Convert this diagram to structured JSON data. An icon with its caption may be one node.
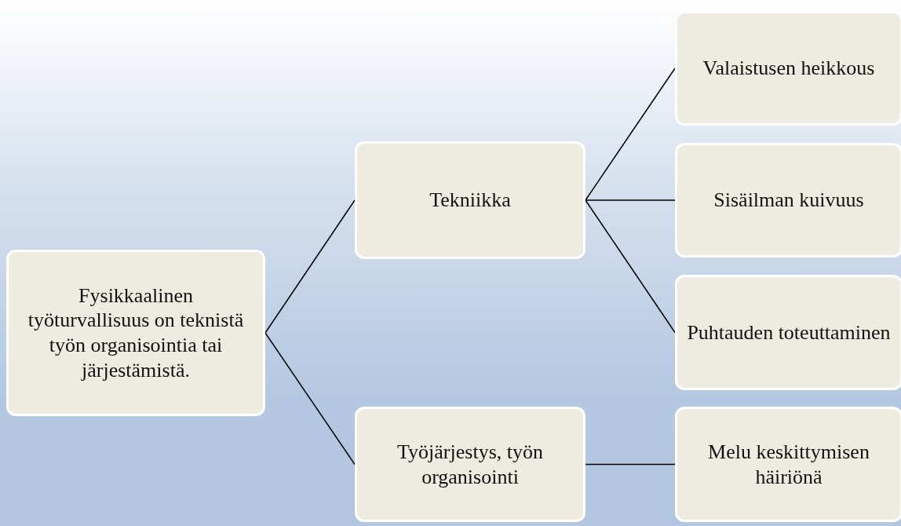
{
  "diagram": {
    "nodes": [
      {
        "text": [
          "Fysikkaalinen työturvallisuus on teknistä työn organisointia tai järjestämistä."
        ]
      },
      {
        "text": [
          "Tekniikka"
        ]
      },
      {
        "text": [
          "Työjärjestys, työn organisointi"
        ]
      },
      {
        "text": [
          "Valaistusen heikkous"
        ]
      },
      {
        "text": [
          "Sisäilman kuivuus"
        ]
      },
      {
        "text": [
          "Puhtauden toteuttaminen"
        ]
      },
      {
        "text": [
          "Melu keskittymisen häiriönä"
        ]
      }
    ],
    "edges": [
      {
        "from": 0,
        "to": 1,
        "arrow": "none"
      },
      {
        "from": 0,
        "to": 2,
        "arrow": "none"
      },
      {
        "from": 1,
        "to": 3,
        "arrow": "none"
      },
      {
        "from": 1,
        "to": 4,
        "arrow": "none"
      },
      {
        "from": 1,
        "to": 5,
        "arrow": "none"
      },
      {
        "from": 2,
        "to": 6,
        "arrow": "none"
      }
    ]
  }
}
